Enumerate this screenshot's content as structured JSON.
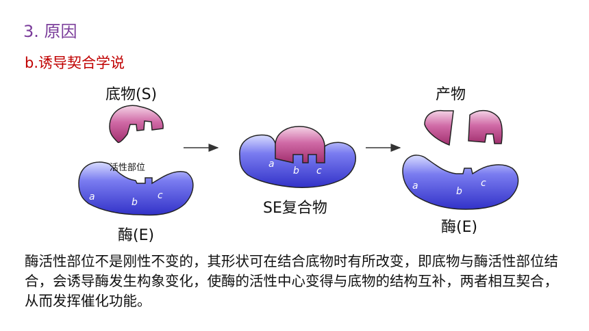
{
  "section_title": "3. 原因",
  "sub_title": "b.诱导契合学说",
  "labels": {
    "substrate": "底物(S)",
    "active_site": "活性部位",
    "enzyme_left": "酶(E)",
    "complex": "SE复合物",
    "product": "产物",
    "enzyme_right": "酶(E)"
  },
  "site_letters": [
    "a",
    "b",
    "c"
  ],
  "description": "酶活性部位不是刚性不变的，其形状可在结合底物时有所改变，即底物与酶活性部位结合，会诱导酶发生构象变化，使酶的活性中心变得与底物的结构互补，两者相互契合，从而发挥催化功能。",
  "colors": {
    "enzyme": "#5858e8",
    "substrate": "#c0508e",
    "title": "#7a3c9a",
    "subtitle": "#c00000"
  }
}
